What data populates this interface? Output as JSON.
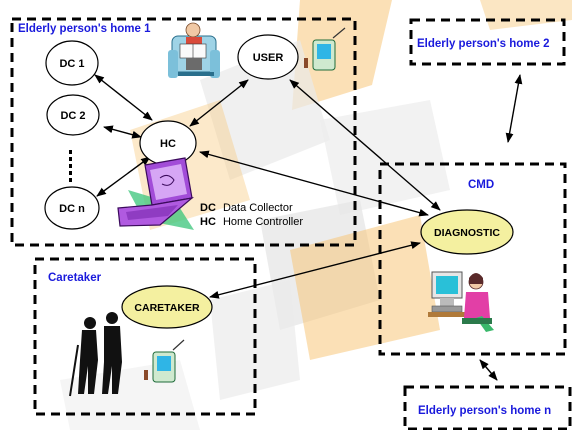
{
  "groups": {
    "home1": "Elderly person's home 1",
    "home2": "Elderly person's home 2",
    "homen": "Elderly person's home n",
    "cmd": "CMD",
    "caretaker": "Caretaker"
  },
  "nodes": {
    "dc1": "DC 1",
    "dc2": "DC 2",
    "dcn": "DC n",
    "hc": "HC",
    "user": "USER",
    "diagnostic": "DIAGNOSTIC",
    "caretaker": "CARETAKER"
  },
  "legend": {
    "dc_abbr": "DC",
    "dc_text": "Data Collector",
    "hc_abbr": "HC",
    "hc_text": "Home Controller"
  },
  "colors": {
    "group_title": "#1a1adc",
    "highlight_node": "#f4f0a0",
    "border": "#000000",
    "watermark_orange": "#f7c77a",
    "watermark_gray": "#e7e7e7"
  },
  "icons": [
    "elderly-reading-icon",
    "handheld-device-icon",
    "laptop-icon",
    "doctor-computer-icon",
    "elderly-couple-icon"
  ]
}
